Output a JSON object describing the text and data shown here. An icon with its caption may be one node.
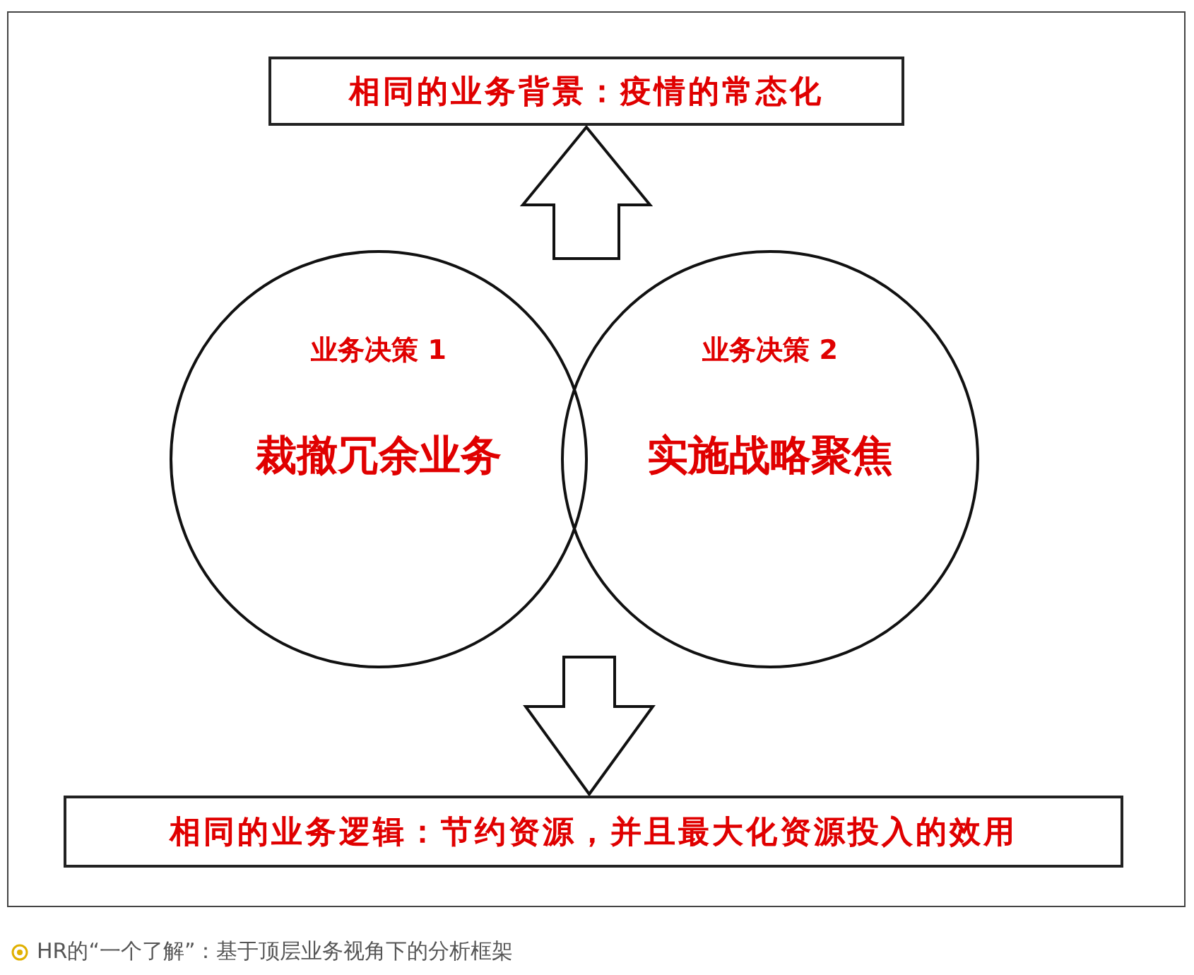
{
  "diagram": {
    "caption": "HR的“一个了解”：基于顶层业务视角下的分析框架",
    "nodes": [
      {
        "text": [
          "相同的业务背景：疫情的常态化"
        ]
      },
      {
        "text": [
          "业务决策 1",
          "裁撤冗余业务"
        ]
      },
      {
        "text": [
          "业务决策 2",
          "实施战略聚焦"
        ]
      },
      {
        "text": [
          "相同的业务逻辑：节约资源，并且最大化资源投入的效用"
        ]
      }
    ],
    "edges": [
      {
        "from": null,
        "to": 0,
        "arrow": "to"
      },
      {
        "from": null,
        "to": 3,
        "arrow": "to"
      }
    ]
  }
}
